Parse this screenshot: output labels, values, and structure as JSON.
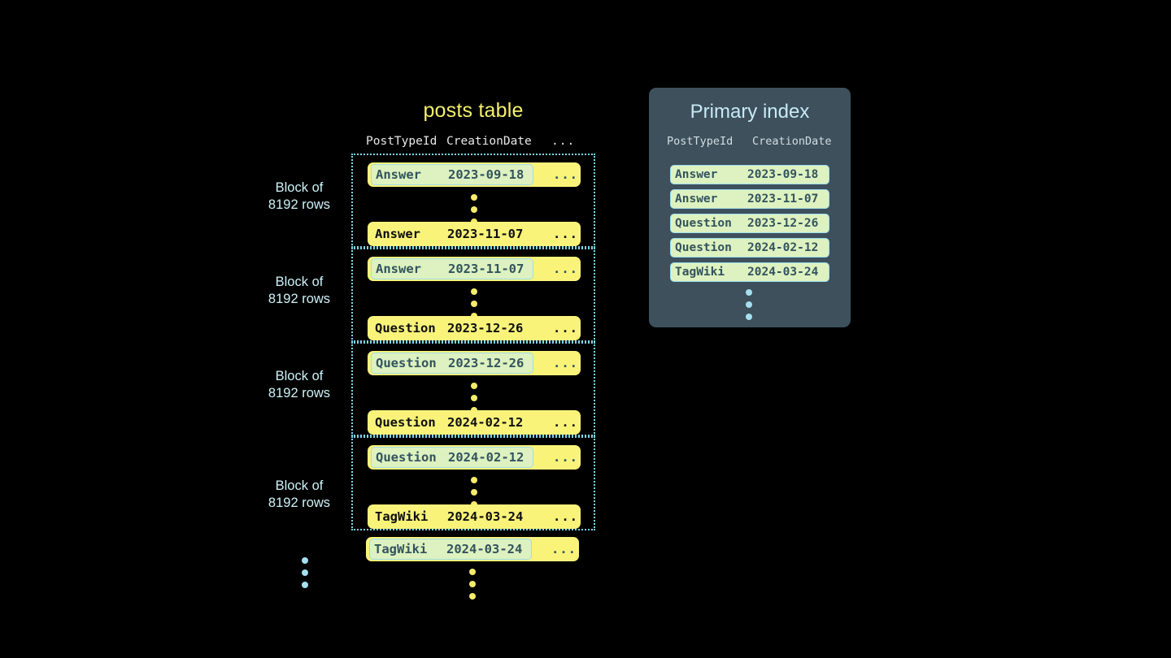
{
  "posts_table": {
    "title": "posts table",
    "columns": [
      "PostTypeId",
      "CreationDate",
      "..."
    ],
    "ellipsis_label": "...",
    "blocks": [
      {
        "label_line1": "Block of",
        "label_line2": "8192 rows",
        "first_row": {
          "post_type_id": "Answer",
          "creation_date": "2023-09-18",
          "more": "...",
          "highlighted": true
        },
        "last_row": {
          "post_type_id": "Answer",
          "creation_date": "2023-11-07",
          "more": "...",
          "highlighted": false
        }
      },
      {
        "label_line1": "Block of",
        "label_line2": "8192 rows",
        "first_row": {
          "post_type_id": "Answer",
          "creation_date": "2023-11-07",
          "more": "...",
          "highlighted": true
        },
        "last_row": {
          "post_type_id": "Question",
          "creation_date": "2023-12-26",
          "more": "...",
          "highlighted": false
        }
      },
      {
        "label_line1": "Block of",
        "label_line2": "8192 rows",
        "first_row": {
          "post_type_id": "Question",
          "creation_date": "2023-12-26",
          "more": "...",
          "highlighted": true
        },
        "last_row": {
          "post_type_id": "Question",
          "creation_date": "2024-02-12",
          "more": "...",
          "highlighted": false
        }
      },
      {
        "label_line1": "Block of",
        "label_line2": "8192 rows",
        "first_row": {
          "post_type_id": "Question",
          "creation_date": "2024-02-12",
          "more": "...",
          "highlighted": true
        },
        "last_row": {
          "post_type_id": "TagWiki",
          "creation_date": "2024-03-24",
          "more": "...",
          "highlighted": false
        }
      }
    ],
    "trailing_row": {
      "post_type_id": "TagWiki",
      "creation_date": "2024-03-24",
      "more": "...",
      "highlighted": true
    }
  },
  "primary_index": {
    "title": "Primary index",
    "columns": [
      "PostTypeId",
      "CreationDate"
    ],
    "rows": [
      {
        "post_type_id": "Answer",
        "creation_date": "2023-09-18"
      },
      {
        "post_type_id": "Answer",
        "creation_date": "2023-11-07"
      },
      {
        "post_type_id": "Question",
        "creation_date": "2023-12-26"
      },
      {
        "post_type_id": "Question",
        "creation_date": "2024-02-12"
      },
      {
        "post_type_id": "TagWiki",
        "creation_date": "2024-03-24"
      }
    ]
  },
  "colors": {
    "background": "#000000",
    "row_yellow": "#f9f37a",
    "highlight_green": "#ddf2c0",
    "accent_cyan": "#7fd4e8",
    "panel_slate": "#3d505c",
    "title_yellow": "#f5f06e"
  }
}
